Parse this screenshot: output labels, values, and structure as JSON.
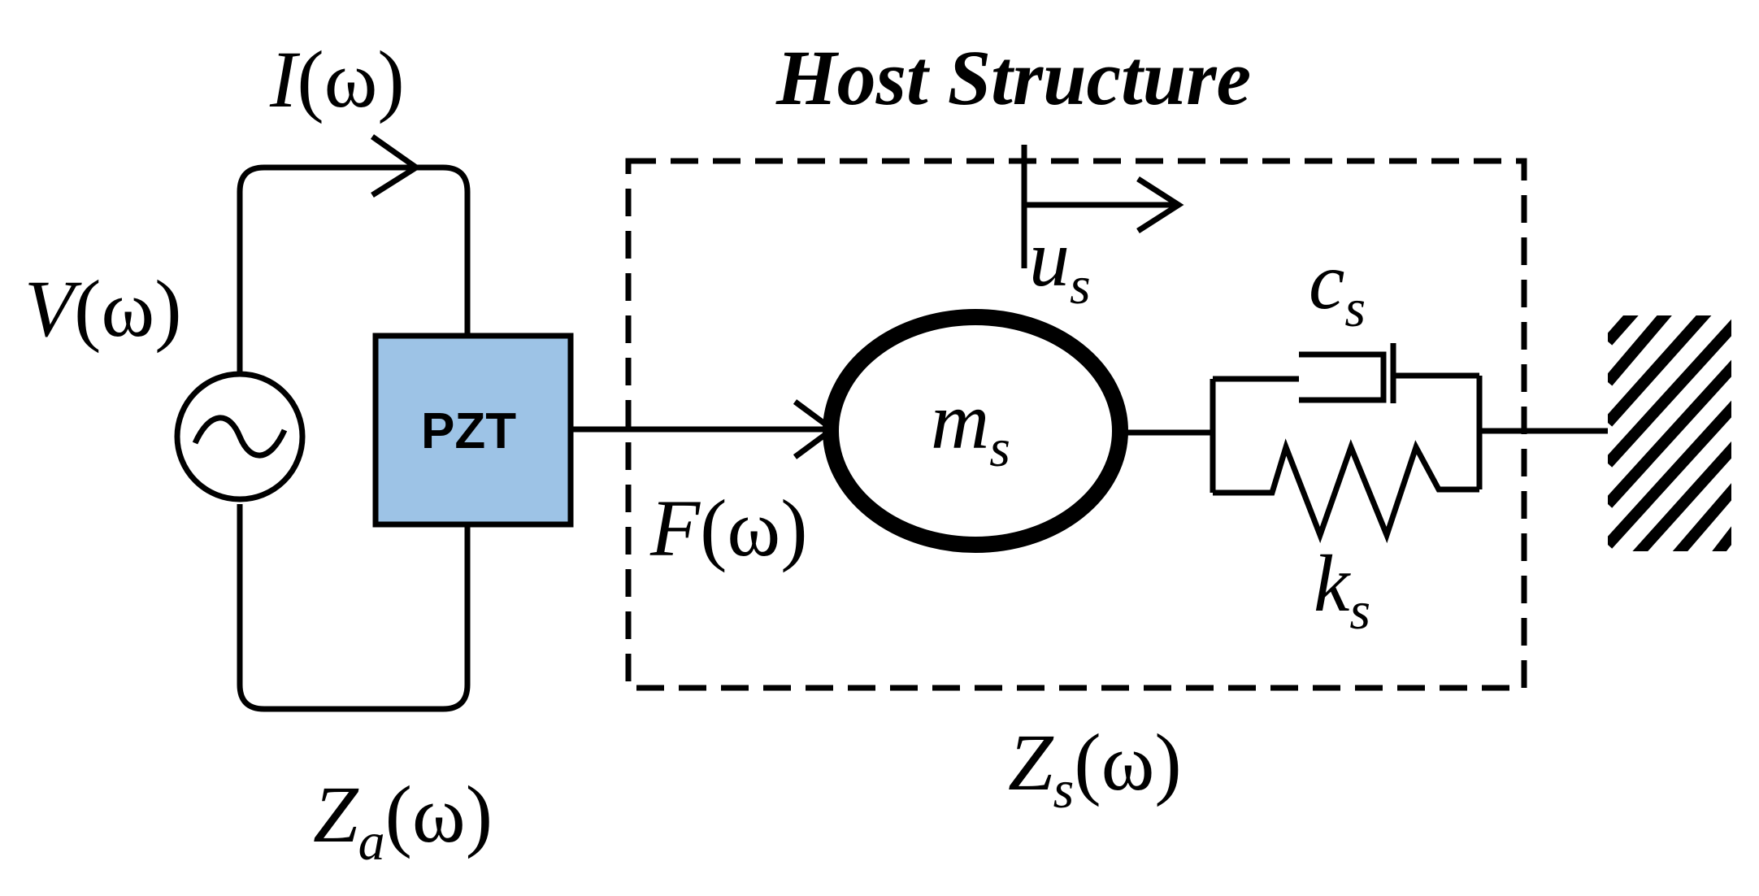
{
  "title": "Host Structure",
  "pzt_label": "PZT",
  "current": {
    "sym": "I",
    "arg": "(ω)"
  },
  "voltage": {
    "sym": "V",
    "arg": "(ω)"
  },
  "force": {
    "sym": "F",
    "arg": "(ω)"
  },
  "mass": {
    "sym": "m",
    "sub": "s"
  },
  "displacement": {
    "sym": "u",
    "sub": "s"
  },
  "damping": {
    "sym": "c",
    "sub": "s"
  },
  "stiffness": {
    "sym": "k",
    "sub": "s"
  },
  "actuator_impedance": {
    "sym": "Z",
    "sub": "a",
    "arg": "(ω)"
  },
  "structure_impedance": {
    "sym": "Z",
    "sub": "s",
    "arg": "(ω)"
  },
  "colors": {
    "pzt_fill": "#9dc3e6",
    "line": "#000000",
    "background": "#ffffff"
  },
  "source_symbol": "~"
}
